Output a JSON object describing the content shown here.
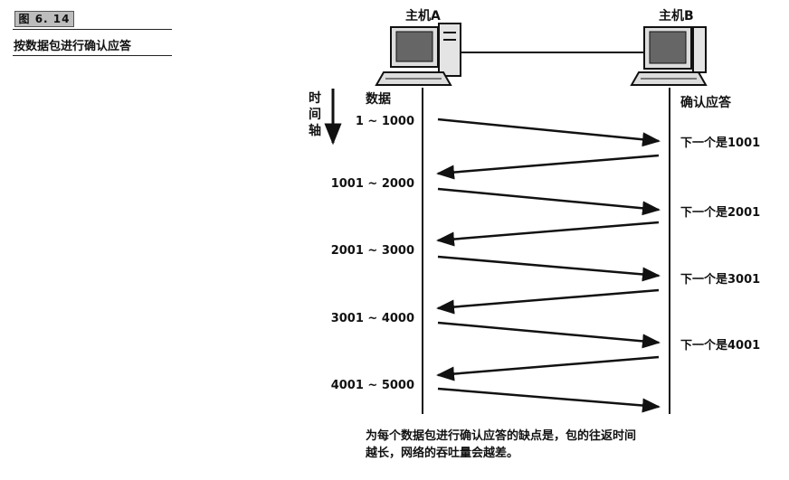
{
  "figure": {
    "number": "图 6. 14",
    "title": "按数据包进行确认应答"
  },
  "host_a": {
    "label": "主机A"
  },
  "host_b": {
    "label": "主机B"
  },
  "time_axis": {
    "label": [
      "时",
      "间",
      "轴"
    ]
  },
  "column_headers": {
    "data": "数据",
    "ack": "确认应答"
  },
  "exchanges": [
    {
      "data_range": "1 ~ 1000",
      "ack_text": "下一个是1001"
    },
    {
      "data_range": "1001 ~ 2000",
      "ack_text": "下一个是2001"
    },
    {
      "data_range": "2001 ~ 3000",
      "ack_text": "下一个是3001"
    },
    {
      "data_range": "3001 ~ 4000",
      "ack_text": "下一个是4001"
    },
    {
      "data_range": "4001 ~ 5000",
      "ack_text": ""
    }
  ],
  "caption": {
    "line1": "为每个数据包进行确认应答的缺点是，包的往返时间",
    "line2": "越长，网络的吞吐量会越差。"
  }
}
